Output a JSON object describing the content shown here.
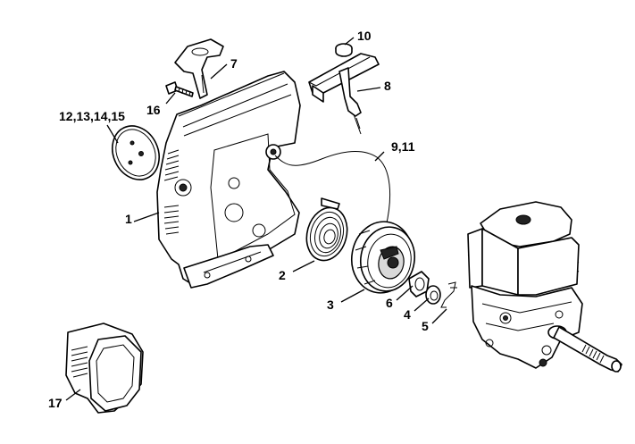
{
  "diagram": {
    "callouts": [
      {
        "id": "c1",
        "text": "1"
      },
      {
        "id": "c2",
        "text": "2"
      },
      {
        "id": "c3",
        "text": "3"
      },
      {
        "id": "c4",
        "text": "4"
      },
      {
        "id": "c5",
        "text": "5"
      },
      {
        "id": "c6",
        "text": "6"
      },
      {
        "id": "c7",
        "text": "7"
      },
      {
        "id": "c8",
        "text": "8"
      },
      {
        "id": "c9",
        "text": "9,11"
      },
      {
        "id": "c10",
        "text": "10"
      },
      {
        "id": "c12",
        "text": "12,13,14,15"
      },
      {
        "id": "c16",
        "text": "16"
      },
      {
        "id": "c17",
        "text": "17"
      }
    ]
  }
}
